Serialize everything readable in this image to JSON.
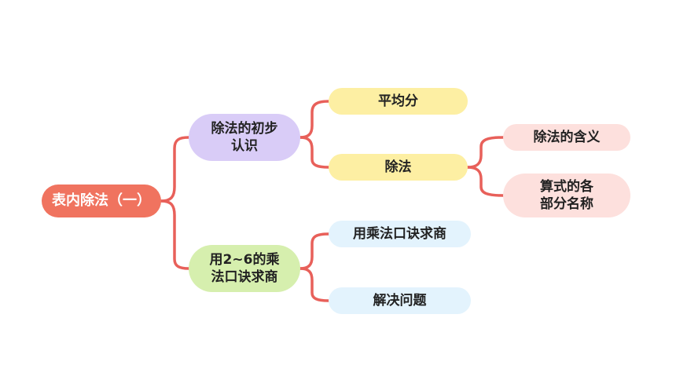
{
  "colors": {
    "connector": "#e8605a",
    "root": "#f0735f",
    "level1_top": "#d9ccf7",
    "level1_bottom": "#d6efae",
    "level2_top": "#fdefa3",
    "level2_bottom": "#e3f3fd",
    "level3": "#fde0dd"
  },
  "mindmap": {
    "root": "表内除法（一）",
    "branch_1": {
      "label": "除法的初步\n认识",
      "children": [
        {
          "label": "平均分"
        },
        {
          "label": "除法",
          "children": [
            {
              "label": "除法的含义"
            },
            {
              "label": "算式的各\n部分名称"
            }
          ]
        }
      ]
    },
    "branch_2": {
      "label": "用2~6的乘\n法口诀求商",
      "children": [
        {
          "label": "用乘法口诀求商"
        },
        {
          "label": "解决问题"
        }
      ]
    }
  }
}
